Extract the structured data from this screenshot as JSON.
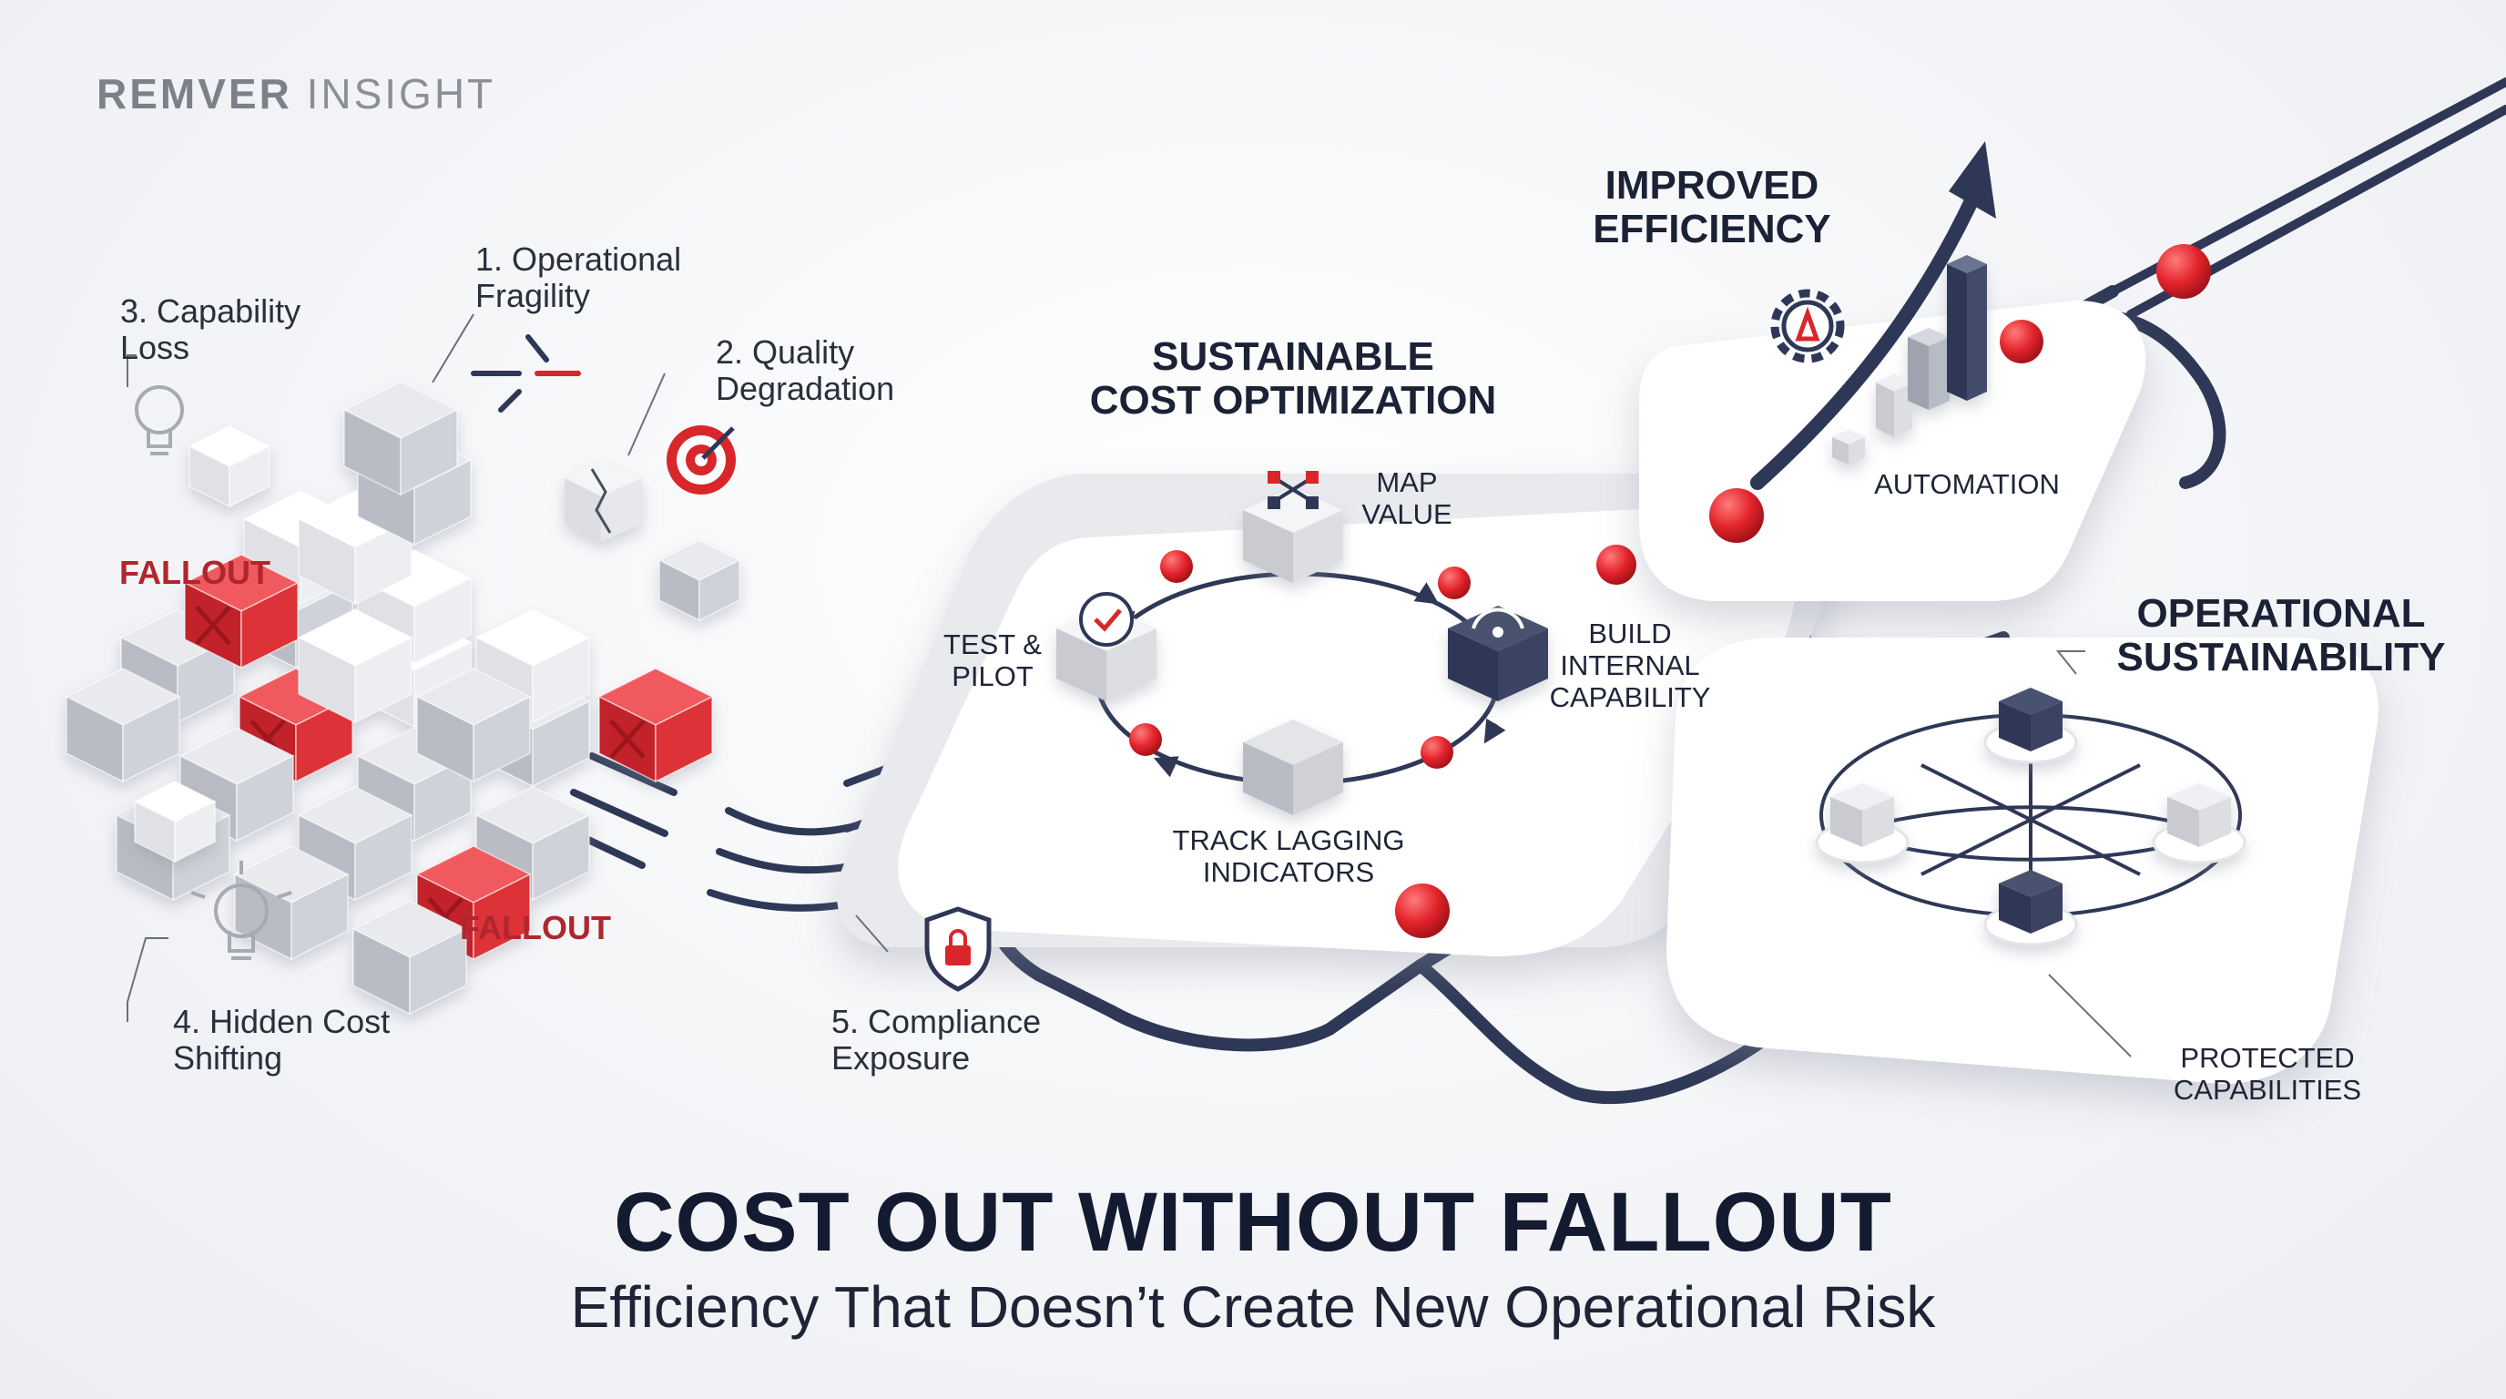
{
  "brand": {
    "bold": "REMVER",
    "light": "INSIGHT"
  },
  "risks": {
    "r1": "1. Operational\nFragility",
    "r2": "2. Quality\nDegradation",
    "r3": "3. Capability\nLoss",
    "r4": "4. Hidden Cost\nShifting",
    "r5": "5. Compliance\nExposure",
    "fallout": "FALLOUT"
  },
  "sections": {
    "sustainable": "SUSTAINABLE\nCOST OPTIMIZATION",
    "efficiency": "IMPROVED\nEFFICIENCY",
    "operational": "OPERATIONAL\nSUSTAINABILITY"
  },
  "cycle": {
    "map": "MAP\nVALUE",
    "build": "BUILD\nINTERNAL\nCAPABILITY",
    "track": "TRACK LAGGING\nINDICATORS",
    "test": "TEST &\nPILOT"
  },
  "automation": "AUTOMATION",
  "protected": "PROTECTED\nCAPABILITIES",
  "footer": {
    "title": "COST OUT WITHOUT FALLOUT",
    "subtitle": "Efficiency That Doesn’t Create New Operational Risk"
  },
  "colors": {
    "accent": "#d9262b",
    "navy": "#2e3856",
    "platform": "#ffffff",
    "cube": "#c9cbd1"
  }
}
